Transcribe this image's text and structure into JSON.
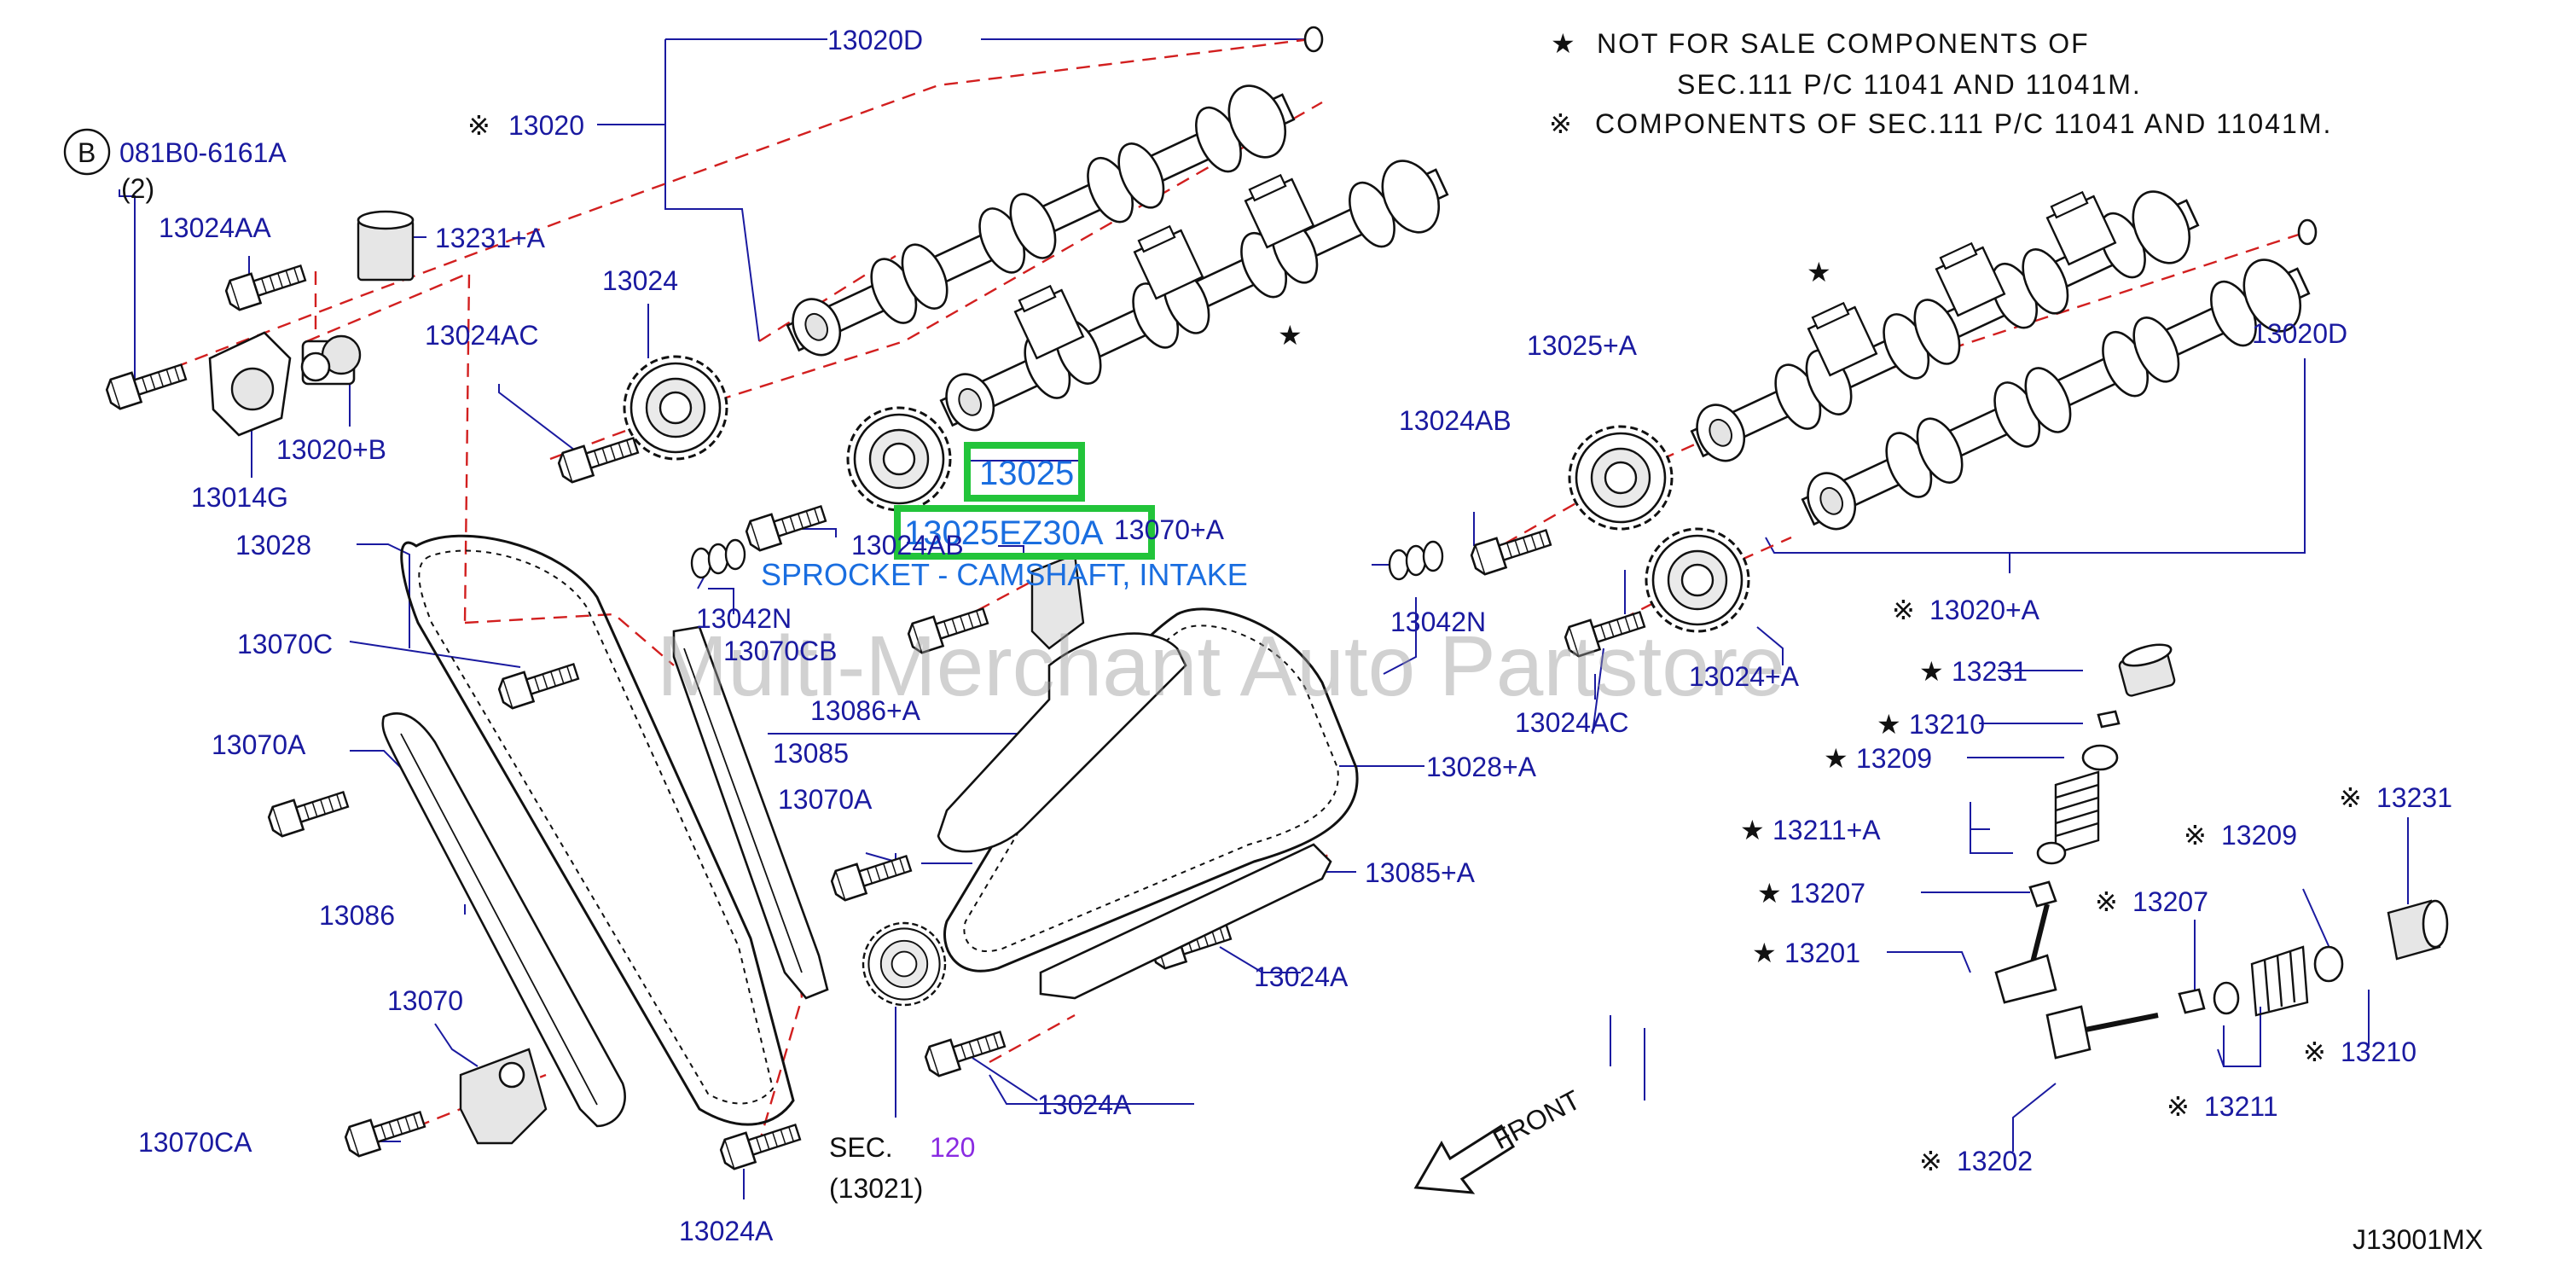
{
  "diagram_code": "J13001MX",
  "notes": {
    "not_for_sale_line1": "NOT FOR SALE COMPONENTS OF",
    "not_for_sale_line2": "SEC.111 P/C 11041 AND 11041M.",
    "components_line": "COMPONENTS OF SEC.111 P/C 11041 AND 11041M."
  },
  "symbols": {
    "star": "★",
    "kome": "※"
  },
  "ref_b": {
    "letter": "B",
    "part": "081B0-6161A",
    "qty": "(2)"
  },
  "section_ref": {
    "label": "SEC.",
    "number": "120",
    "sub": "(13021)"
  },
  "front_label": "FRONT",
  "watermark": "Multi-Merchant Auto Partstore",
  "highlight": {
    "part": "13025",
    "code": "13025EZ30A",
    "description": "SPROCKET - CAMSHAFT, INTAKE"
  },
  "labels": {
    "p13020D_top": "13020D",
    "p13020_left": "13020",
    "p13024AA": "13024AA",
    "p13231A": "13231+A",
    "p13024_left": "13024",
    "p13024AC_left": "13024AC",
    "p13020B": "13020+B",
    "p13014G": "13014G",
    "p13028": "13028",
    "p13024AB_left": "13024AB",
    "p13070A_plus": "13070+A",
    "p13042N_left": "13042N",
    "p13070CB": "13070CB",
    "p13070C": "13070C",
    "p13086A": "13086+A",
    "p13070A_left": "13070A",
    "p13085": "13085",
    "p13070A_mid": "13070A",
    "p13086": "13086",
    "p13070": "13070",
    "p13070CA": "13070CA",
    "p13024A_bottom": "13024A",
    "p13024A_mid": "13024A",
    "p13024A_right": "13024A",
    "p13028A": "13028+A",
    "p13085A": "13085+A",
    "p13025A": "13025+A",
    "p13024AB_right": "13024AB",
    "p13042N_right": "13042N",
    "p13024AC_right": "13024AC",
    "p13024A_plus": "13024+A",
    "p13020D_right": "13020D",
    "p13020A": "13020+A",
    "p13231_star": "13231",
    "p13210_star": "13210",
    "p13209_star": "13209",
    "p13211A": "13211+A",
    "p13207_star": "13207",
    "p13201": "13201",
    "p13209_kome": "13209",
    "p13231_kome": "13231",
    "p13207_kome": "13207",
    "p13210_kome": "13210",
    "p13211_kome": "13211",
    "p13202": "13202"
  },
  "colors": {
    "label_blue": "#1a1aa0",
    "leader_red": "#d21f1f",
    "highlight_green": "#22c43a",
    "highlight_text": "#1a6ee0"
  }
}
